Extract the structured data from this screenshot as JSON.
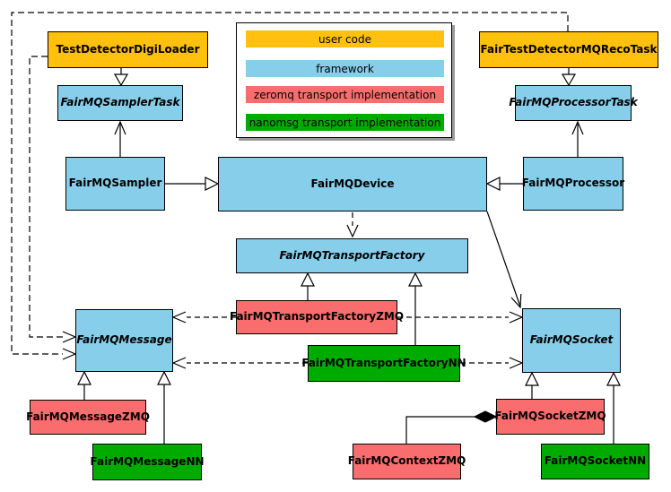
{
  "colors": {
    "user_code": "#FFC10E",
    "framework": "#87CEEA",
    "zeromq": "#FA6D6E",
    "nanomsg": "#00AB00",
    "edge": "#000000",
    "legend_shadow": "#9a9a9a"
  },
  "legend": {
    "items": [
      {
        "label": "user code",
        "color": "#FFC10E"
      },
      {
        "label": "framework",
        "color": "#87CEEA"
      },
      {
        "label": "zeromq transport implementation",
        "color": "#FA6D6E"
      },
      {
        "label": "nanomsg transport implementation",
        "color": "#00AB00"
      }
    ]
  },
  "nodes": {
    "test_detector_digi_loader": {
      "label": "TestDetectorDigiLoader",
      "category": "user code",
      "abstract": false
    },
    "fair_test_detector_mq_reco_task": {
      "label": "FairTestDetectorMQRecoTask",
      "category": "user code",
      "abstract": false
    },
    "fair_mq_sampler_task": {
      "label": "FairMQSamplerTask",
      "category": "framework",
      "abstract": true
    },
    "fair_mq_processor_task": {
      "label": "FairMQProcessorTask",
      "category": "framework",
      "abstract": true
    },
    "fair_mq_sampler": {
      "label": "FairMQSampler",
      "category": "framework",
      "abstract": false
    },
    "fair_mq_device": {
      "label": "FairMQDevice",
      "category": "framework",
      "abstract": false
    },
    "fair_mq_processor": {
      "label": "FairMQProcessor",
      "category": "framework",
      "abstract": false
    },
    "fair_mq_transport_factory": {
      "label": "FairMQTransportFactory",
      "category": "framework",
      "abstract": true
    },
    "fair_mq_transport_factory_zmq": {
      "label": "FairMQTransportFactoryZMQ",
      "category": "zeromq transport implementation",
      "abstract": false
    },
    "fair_mq_transport_factory_nn": {
      "label": "FairMQTransportFactoryNN",
      "category": "nanomsg transport implementation",
      "abstract": false
    },
    "fair_mq_message": {
      "label": "FairMQMessage",
      "category": "framework",
      "abstract": true
    },
    "fair_mq_socket": {
      "label": "FairMQSocket",
      "category": "framework",
      "abstract": true
    },
    "fair_mq_message_zmq": {
      "label": "FairMQMessageZMQ",
      "category": "zeromq transport implementation",
      "abstract": false
    },
    "fair_mq_message_nn": {
      "label": "FairMQMessageNN",
      "category": "nanomsg transport implementation",
      "abstract": false
    },
    "fair_mq_socket_zmq": {
      "label": "FairMQSocketZMQ",
      "category": "zeromq transport implementation",
      "abstract": false
    },
    "fair_mq_socket_nn": {
      "label": "FairMQSocketNN",
      "category": "nanomsg transport implementation",
      "abstract": false
    },
    "fair_mq_context_zmq": {
      "label": "FairMQContextZMQ",
      "category": "zeromq transport implementation",
      "abstract": false
    }
  },
  "edges": [
    {
      "from": "TestDetectorDigiLoader",
      "to": "FairMQSamplerTask",
      "type": "inheritance",
      "style": "solid"
    },
    {
      "from": "FairTestDetectorMQRecoTask",
      "to": "FairMQProcessorTask",
      "type": "inheritance",
      "style": "solid"
    },
    {
      "from": "FairMQSampler",
      "to": "FairMQSamplerTask",
      "type": "association-arrow",
      "style": "solid"
    },
    {
      "from": "FairMQProcessor",
      "to": "FairMQProcessorTask",
      "type": "association-arrow",
      "style": "solid"
    },
    {
      "from": "FairMQSampler",
      "to": "FairMQDevice",
      "type": "inheritance",
      "style": "solid"
    },
    {
      "from": "FairMQProcessor",
      "to": "FairMQDevice",
      "type": "inheritance",
      "style": "solid"
    },
    {
      "from": "FairMQDevice",
      "to": "FairMQTransportFactory",
      "type": "dependency",
      "style": "dashed"
    },
    {
      "from": "FairMQDevice",
      "to": "FairMQSocket",
      "type": "association-arrow",
      "style": "solid"
    },
    {
      "from": "FairMQTransportFactoryZMQ",
      "to": "FairMQTransportFactory",
      "type": "inheritance",
      "style": "solid"
    },
    {
      "from": "FairMQTransportFactoryNN",
      "to": "FairMQTransportFactory",
      "type": "inheritance",
      "style": "solid"
    },
    {
      "from": "FairMQTransportFactoryZMQ",
      "to": "FairMQMessage",
      "type": "dependency",
      "style": "dashed"
    },
    {
      "from": "FairMQTransportFactoryZMQ",
      "to": "FairMQSocket",
      "type": "dependency",
      "style": "dashed"
    },
    {
      "from": "FairMQTransportFactoryNN",
      "to": "FairMQMessage",
      "type": "dependency",
      "style": "dashed"
    },
    {
      "from": "FairMQTransportFactoryNN",
      "to": "FairMQSocket",
      "type": "dependency",
      "style": "dashed"
    },
    {
      "from": "TestDetectorDigiLoader",
      "to": "FairMQMessage",
      "type": "dependency",
      "style": "dashed"
    },
    {
      "from": "FairTestDetectorMQRecoTask",
      "to": "FairMQMessage",
      "type": "dependency",
      "style": "dashed"
    },
    {
      "from": "FairMQMessageZMQ",
      "to": "FairMQMessage",
      "type": "inheritance",
      "style": "solid"
    },
    {
      "from": "FairMQMessageNN",
      "to": "FairMQMessage",
      "type": "inheritance",
      "style": "solid"
    },
    {
      "from": "FairMQSocketZMQ",
      "to": "FairMQSocket",
      "type": "inheritance",
      "style": "solid"
    },
    {
      "from": "FairMQSocketNN",
      "to": "FairMQSocket",
      "type": "inheritance",
      "style": "solid"
    },
    {
      "from": "FairMQContextZMQ",
      "to": "FairMQSocketZMQ",
      "type": "composition",
      "style": "solid"
    }
  ]
}
